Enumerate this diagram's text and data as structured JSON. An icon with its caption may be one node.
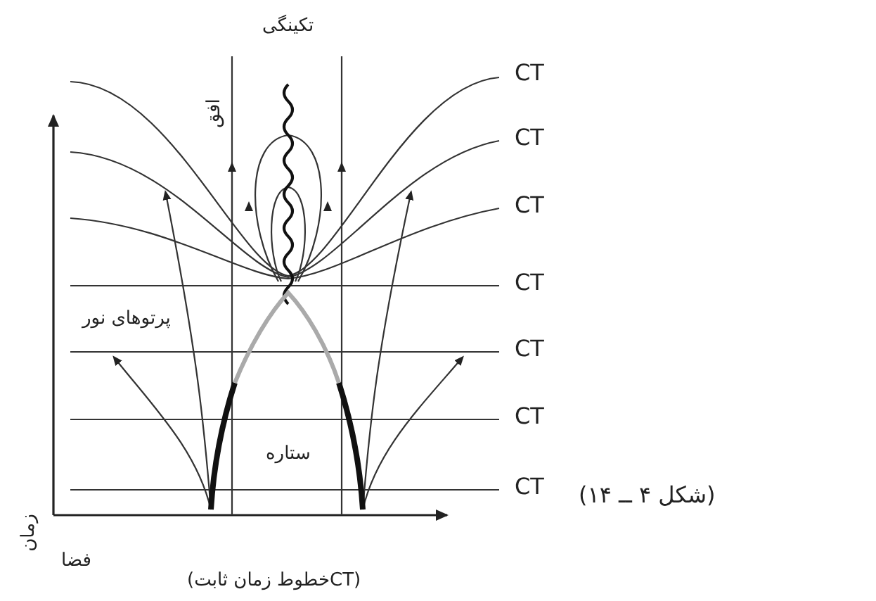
{
  "diagram": {
    "caption": "(شکل ۴ ــ ۱۴)",
    "labels": [
      "تکینگی",
      "افق",
      "CT",
      "CT",
      "CT",
      "CT",
      "پرتوهای نور",
      "CT",
      "CT",
      "ستاره",
      "CT",
      "زمان",
      "فضا",
      "(CTخطوط زمان ثابت)"
    ]
  }
}
